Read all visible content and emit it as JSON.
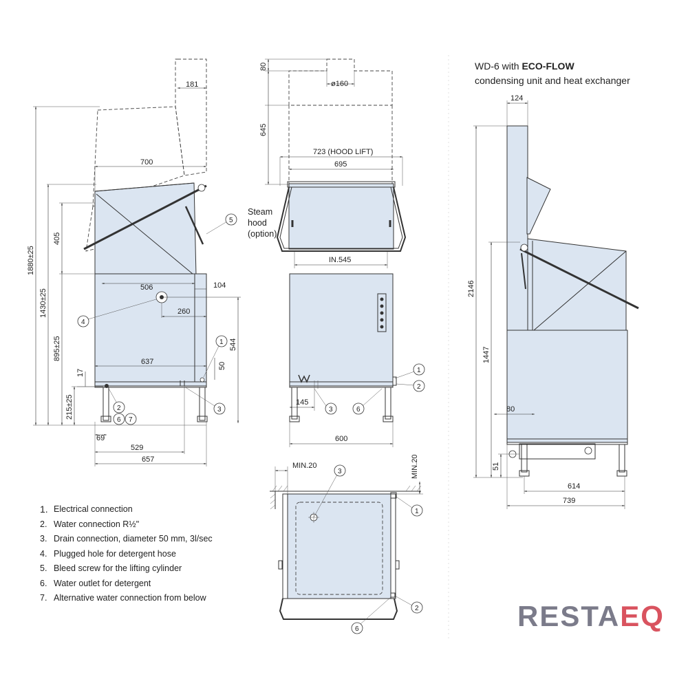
{
  "header": {
    "model_prefix": "WD-6 with ",
    "model_bold": "ECO-FLOW",
    "model_line2": "condensing unit and heat exchanger"
  },
  "steam_hood": {
    "line1": "Steam",
    "line2": "hood",
    "line3": "(option)"
  },
  "side_view": {
    "dims": {
      "d181": "181",
      "d700": "700",
      "d405": "405",
      "d506": "506",
      "d104": "104",
      "d260": "260",
      "d544": "544",
      "d637": "637",
      "d50": "50",
      "d17": "17",
      "d69": "69",
      "d529": "529",
      "d657": "657",
      "d1880": "1880±25",
      "d1430": "1430±25",
      "d895": "895±25",
      "d215": "215±25"
    },
    "callouts": [
      "1",
      "2",
      "3",
      "4",
      "5",
      "6",
      "7"
    ]
  },
  "front_view": {
    "dims": {
      "d80": "80",
      "d160": "ø160",
      "d645": "645",
      "d723": "723 (HOOD LIFT)",
      "d695": "695",
      "in545": "IN.545",
      "d145": "145",
      "d600": "600"
    },
    "callouts": [
      "1",
      "2",
      "3",
      "6"
    ]
  },
  "top_view": {
    "dims": {
      "min20a": "MIN.20",
      "min20b": "MIN.20"
    },
    "callouts": [
      "1",
      "2",
      "3",
      "6"
    ]
  },
  "eco_view": {
    "dims": {
      "d124": "124",
      "d2146": "2146",
      "d1447": "1447",
      "d80": "80",
      "d51": "51",
      "d614": "614",
      "d739": "739"
    }
  },
  "legend": [
    {
      "num": "1.",
      "text": "Electrical connection"
    },
    {
      "num": "2.",
      "text": "Water connection R½\""
    },
    {
      "num": "3.",
      "text": "Drain connection, diameter 50 mm, 3l/sec"
    },
    {
      "num": "4.",
      "text": "Plugged hole for detergent hose"
    },
    {
      "num": "5.",
      "text": "Bleed screw for the lifting cylinder"
    },
    {
      "num": "6.",
      "text": "Water outlet for detergent"
    },
    {
      "num": "7.",
      "text": "Alternative water connection from below"
    }
  ],
  "brand": {
    "part1": "RESTA",
    "part2": "EQ"
  },
  "colors": {
    "body": "#dbe5f1",
    "brand_grey": "#7b7b8a",
    "brand_red": "#d9535f"
  }
}
